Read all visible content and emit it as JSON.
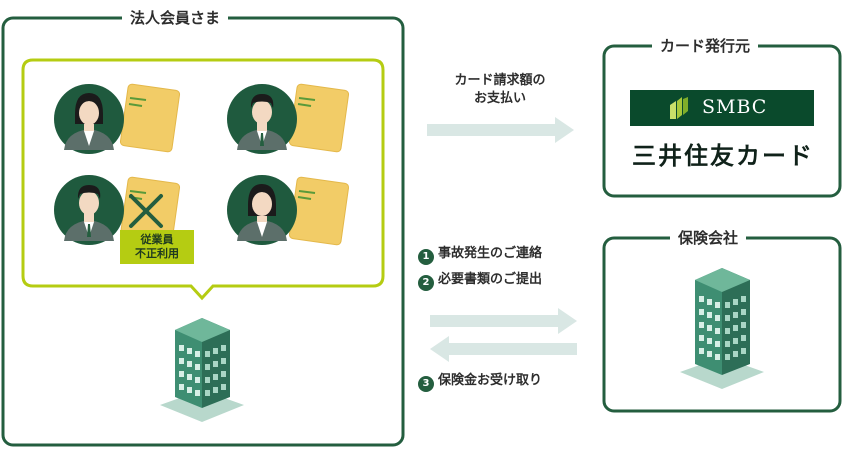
{
  "frames": {
    "corporate": "法人会員さま",
    "issuer": "カード発行元",
    "insurer": "保険会社"
  },
  "flows": {
    "payment_line1": "カード請求額の",
    "payment_line2": "お支払い"
  },
  "steps": [
    {
      "number": "1",
      "text": "事故発生のご連絡"
    },
    {
      "number": "2",
      "text": "必要書類のご提出"
    },
    {
      "number": "3",
      "text": "保険金お受け取り"
    }
  ],
  "badge": {
    "line1": "従業員",
    "line2": "不正利用"
  },
  "brand": {
    "logo_text": "SMBC",
    "name_jp": "三井住友カード"
  },
  "colors": {
    "frame_dark": "#245e3f",
    "speech_bubble": "#b5cc12",
    "arrow": "#d9e7e4",
    "card": "#f2cc67",
    "avatar_bg": "#1f5a3e",
    "building": "#3e8e72",
    "smbc_band": "#0a4a2c"
  }
}
